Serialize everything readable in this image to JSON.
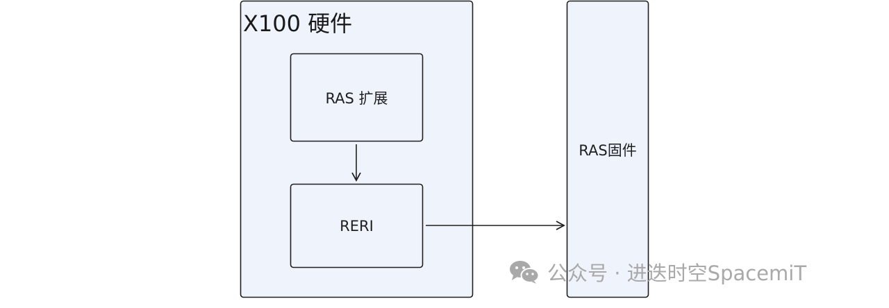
{
  "diagram": {
    "hardware_group": {
      "title": "X100 硬件"
    },
    "nodes": {
      "ras_ext": {
        "label": "RAS 扩展"
      },
      "reri": {
        "label": "RERI"
      },
      "ras_fw": {
        "label": "RAS固件"
      }
    },
    "edges": [
      {
        "from": "ras_ext",
        "to": "reri"
      },
      {
        "from": "reri",
        "to": "ras_fw"
      }
    ],
    "colors": {
      "group_fill": "#eef3fc",
      "stroke": "#1f1f1f",
      "watermark": "#a9a9a9"
    }
  },
  "watermark": {
    "icon": "wechat-icon",
    "text": "公众号 · 进迭时空SpacemiT"
  }
}
